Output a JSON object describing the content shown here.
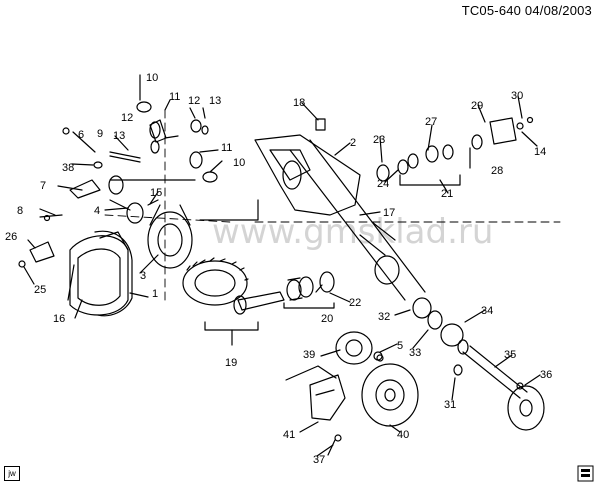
{
  "header": {
    "code": "TC05-640  04/08/2003"
  },
  "watermark": "www.gmsklad.ru",
  "badge": "jw",
  "callouts": [
    "1",
    "2",
    "3",
    "4",
    "5",
    "6",
    "7",
    "8",
    "9",
    "10",
    "10",
    "11",
    "11",
    "12",
    "12",
    "13",
    "13",
    "14",
    "15",
    "16",
    "17",
    "18",
    "19",
    "20",
    "21",
    "22",
    "23",
    "24",
    "25",
    "26",
    "27",
    "28",
    "29",
    "30",
    "31",
    "32",
    "33",
    "34",
    "35",
    "36",
    "37",
    "38",
    "39",
    "40",
    "41"
  ],
  "icons": {
    "corner": "document-stack-icon"
  }
}
